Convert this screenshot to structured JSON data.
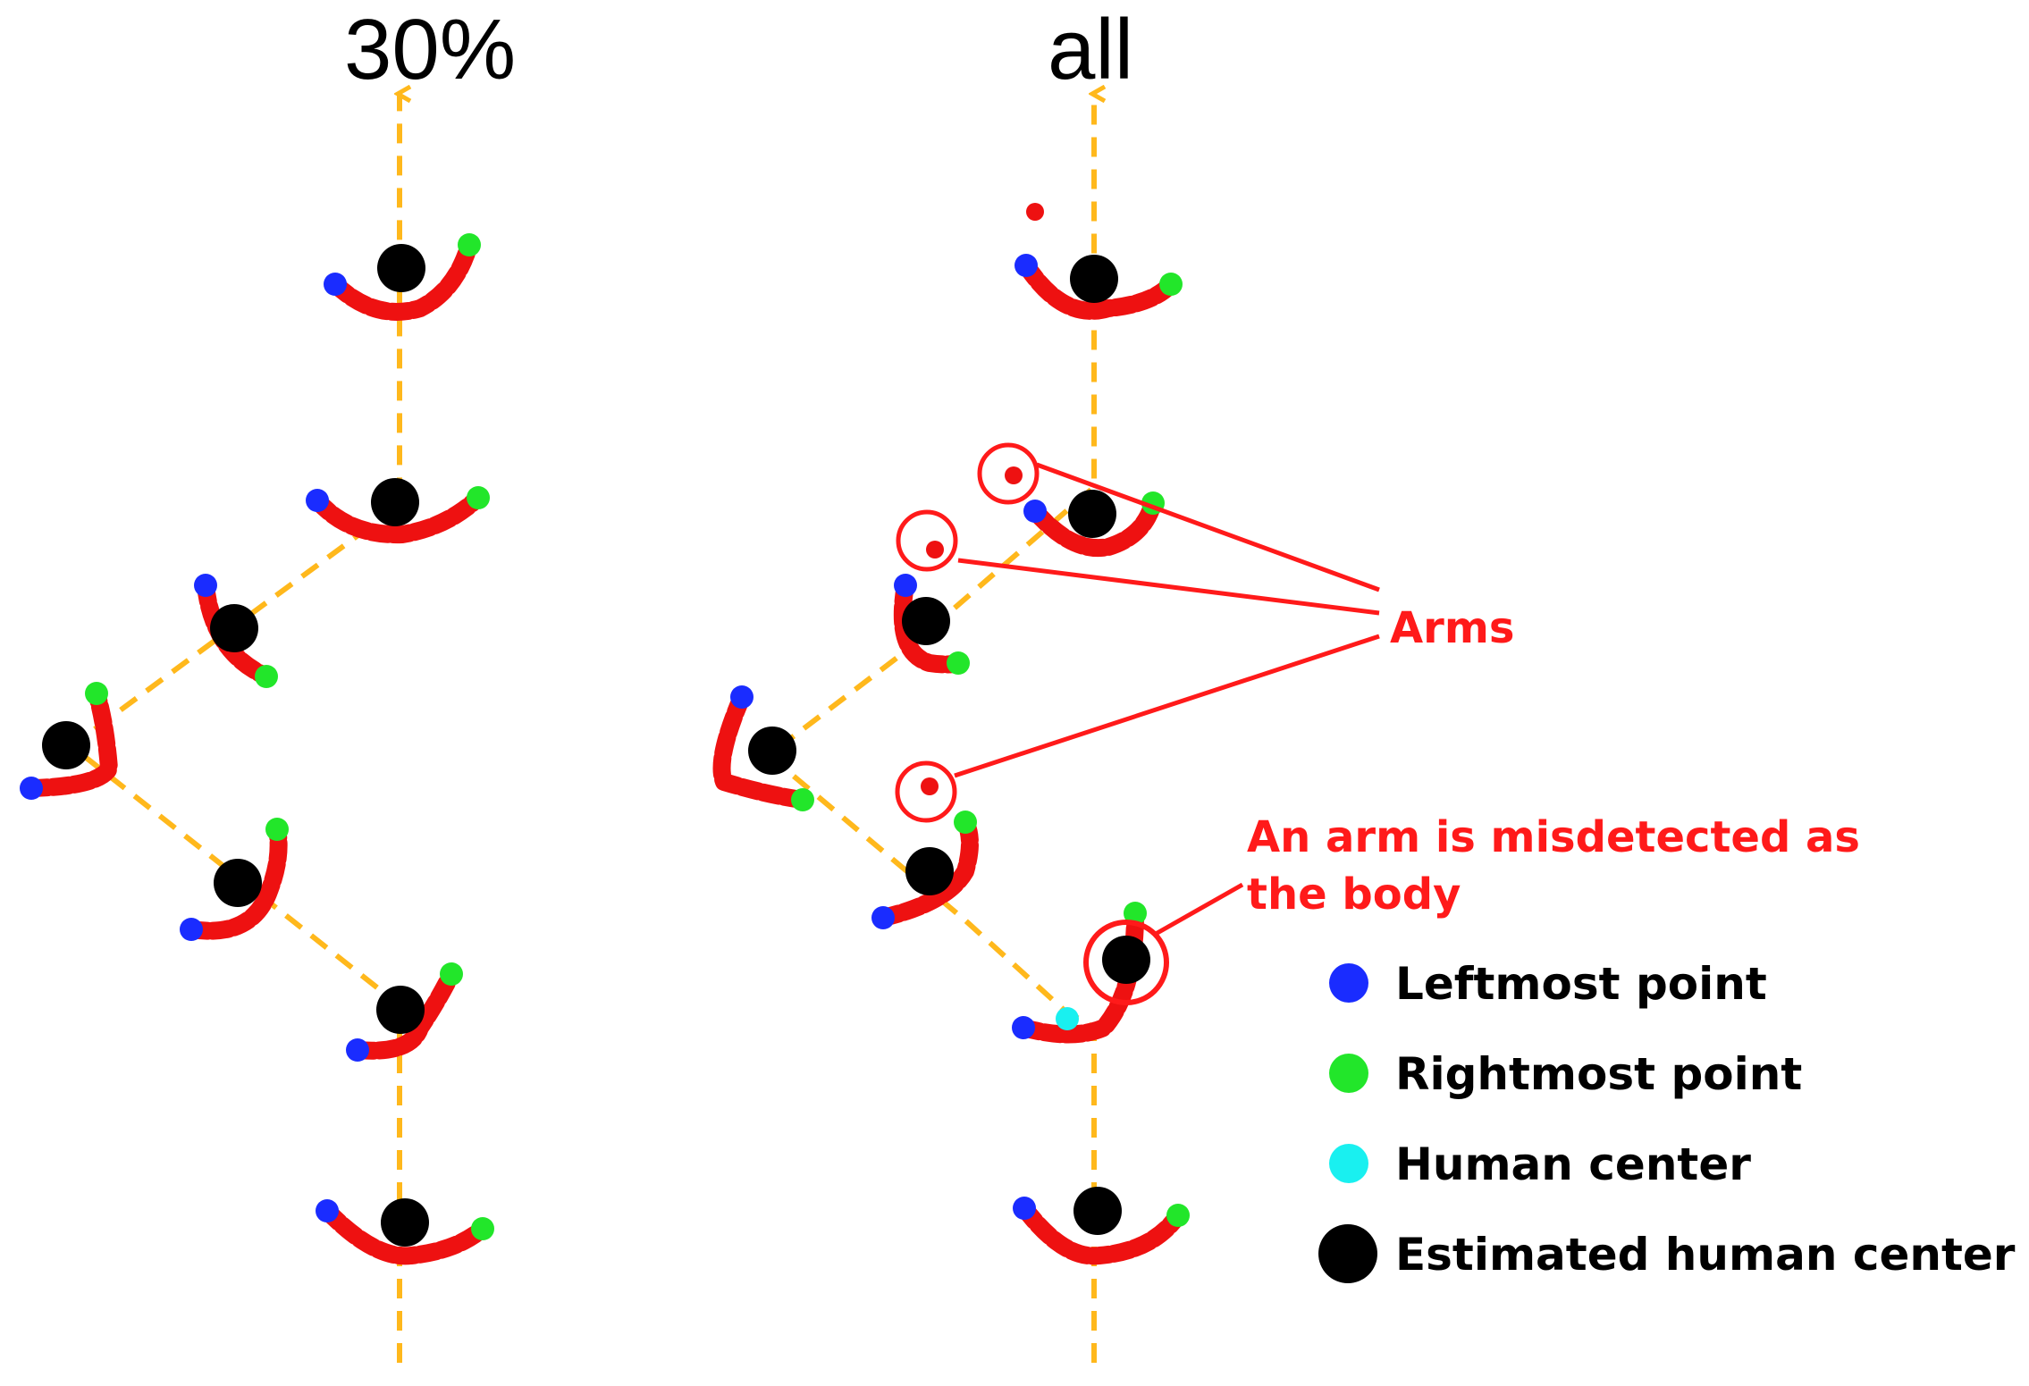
{
  "columns": [
    {
      "title": "30%"
    },
    {
      "title": "all"
    }
  ],
  "annotations": {
    "arms": "Arms",
    "misdetected": "An arm is misdetected as the body"
  },
  "legend": [
    {
      "label": "Leftmost point",
      "color": "#1a2cff"
    },
    {
      "label": "Rightmost point",
      "color": "#22e62a"
    },
    {
      "label": "Human center",
      "color": "#19f0f0"
    },
    {
      "label": "Estimated human center",
      "color": "#000000"
    }
  ],
  "colors": {
    "trajectory": "#ffb81c",
    "body_points": "#ee1111",
    "highlight": "#ff1a1a"
  }
}
